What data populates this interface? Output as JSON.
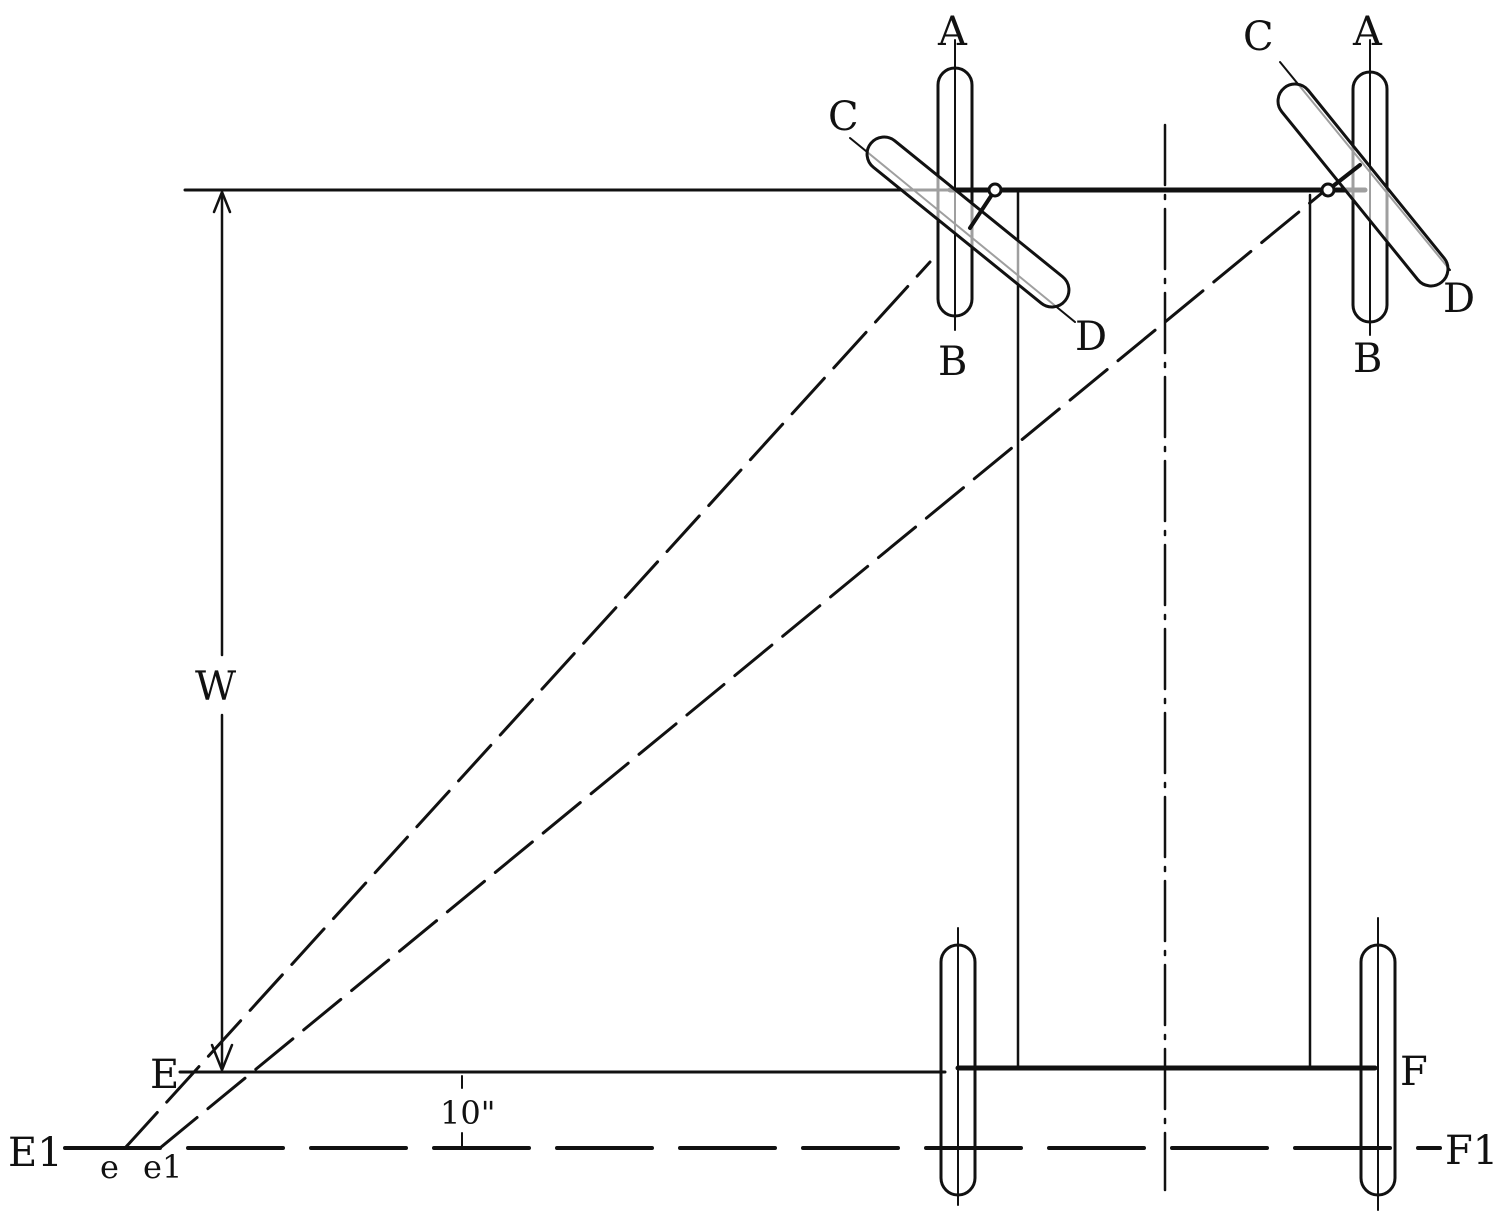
{
  "labels": {
    "A_left": "A",
    "B_left": "B",
    "C_left": "C",
    "D_left": "D",
    "A_right": "A",
    "B_right": "B",
    "C_right": "C",
    "D_right": "D",
    "W": "W",
    "E": "E",
    "F": "F",
    "E1": "E1",
    "F1": "F1",
    "e": "e",
    "e1": "e1",
    "offset": "10\""
  },
  "colors": {
    "ink": "#111111",
    "paper": "#ffffff"
  }
}
